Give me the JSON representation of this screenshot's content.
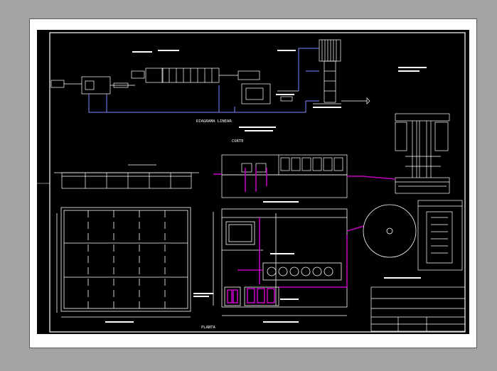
{
  "window": {
    "background_color": "#a3a3a3",
    "paper_color": "#ffffff",
    "canvas_color": "#000000",
    "line_color": "#ffffff",
    "accent_color": "#c000c0",
    "pipe_color": "#7a8cff"
  },
  "drawing": {
    "diagram_label": "DIAGRAMA LINEAR",
    "section_label": "CORTE",
    "plan_label": "PLANTA"
  }
}
